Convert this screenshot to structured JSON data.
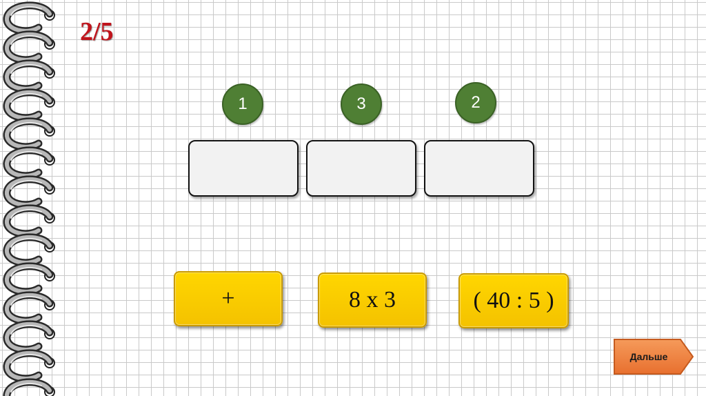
{
  "progress": {
    "label": "2/5"
  },
  "order_markers": [
    {
      "label": "1"
    },
    {
      "label": "3"
    },
    {
      "label": "2"
    }
  ],
  "answer_slots": [
    {
      "value": ""
    },
    {
      "value": ""
    },
    {
      "value": ""
    }
  ],
  "tiles": [
    {
      "label": "+"
    },
    {
      "label": "8 x 3"
    },
    {
      "label": "( 40 : 5 )"
    }
  ],
  "next_button": {
    "label": "Дальше"
  },
  "colors": {
    "counter": "#c0141c",
    "marker": "#4f7f34",
    "tile": "#ffd600",
    "next_button": "#f07c3c",
    "grid": "#c9c9c9"
  },
  "icons": {
    "binding": "spiral-binding-icon"
  }
}
